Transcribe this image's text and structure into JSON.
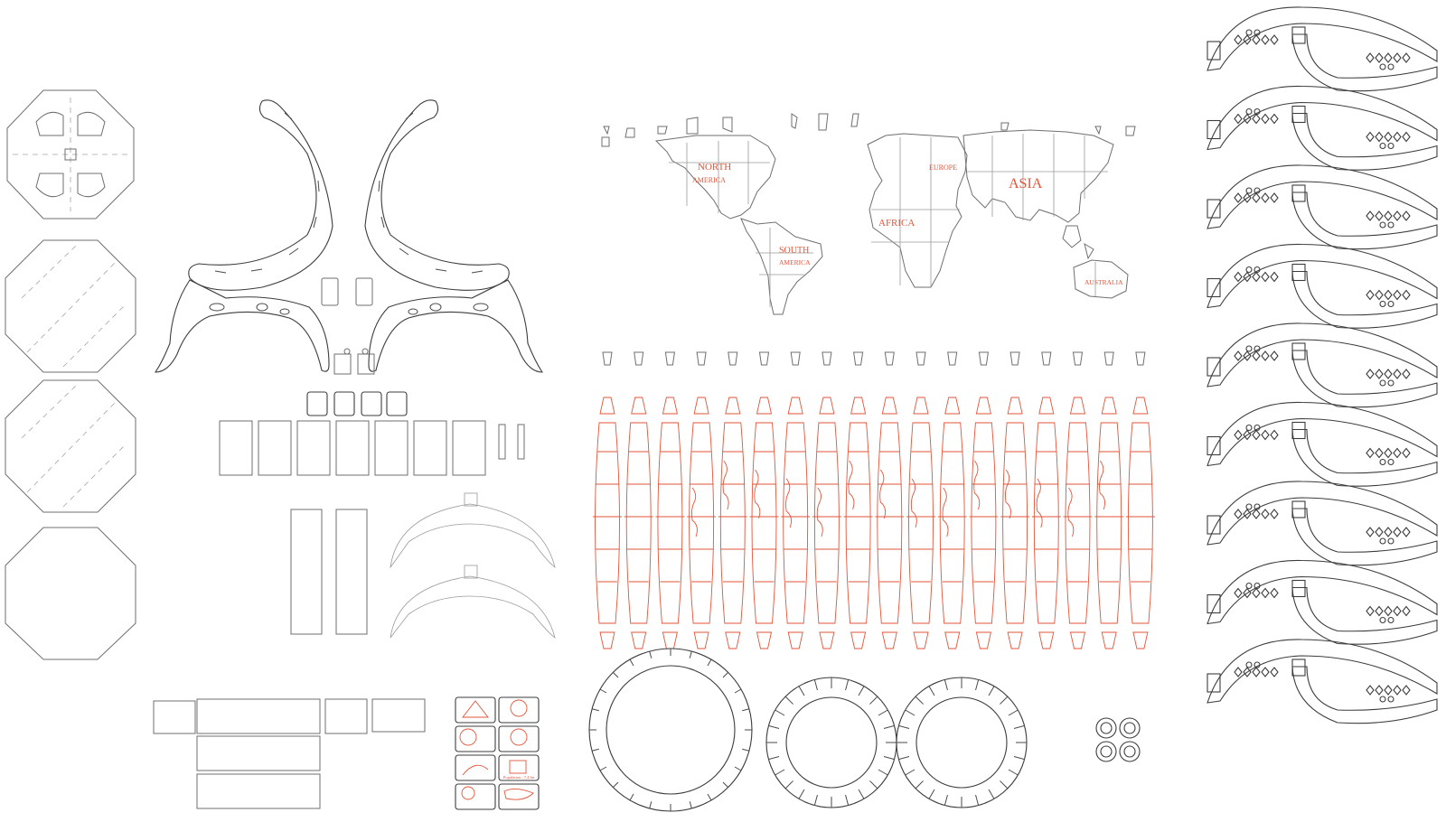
{
  "colors": {
    "cut_line": "#6f6f6f",
    "cut_line_dark": "#3c3c3c",
    "engrave_line": "#e2553a",
    "background": "#ffffff"
  },
  "map_labels": {
    "north": "NORTH",
    "america_n": "AMERICA",
    "south": "SOUTH",
    "america_s": "AMERICA",
    "europe": "EUROPE",
    "africa": "AFRICA",
    "asia": "ASIA",
    "australia": "AUSTRALIA"
  },
  "info_cards": {
    "population": "Population : 7,4 bn"
  }
}
